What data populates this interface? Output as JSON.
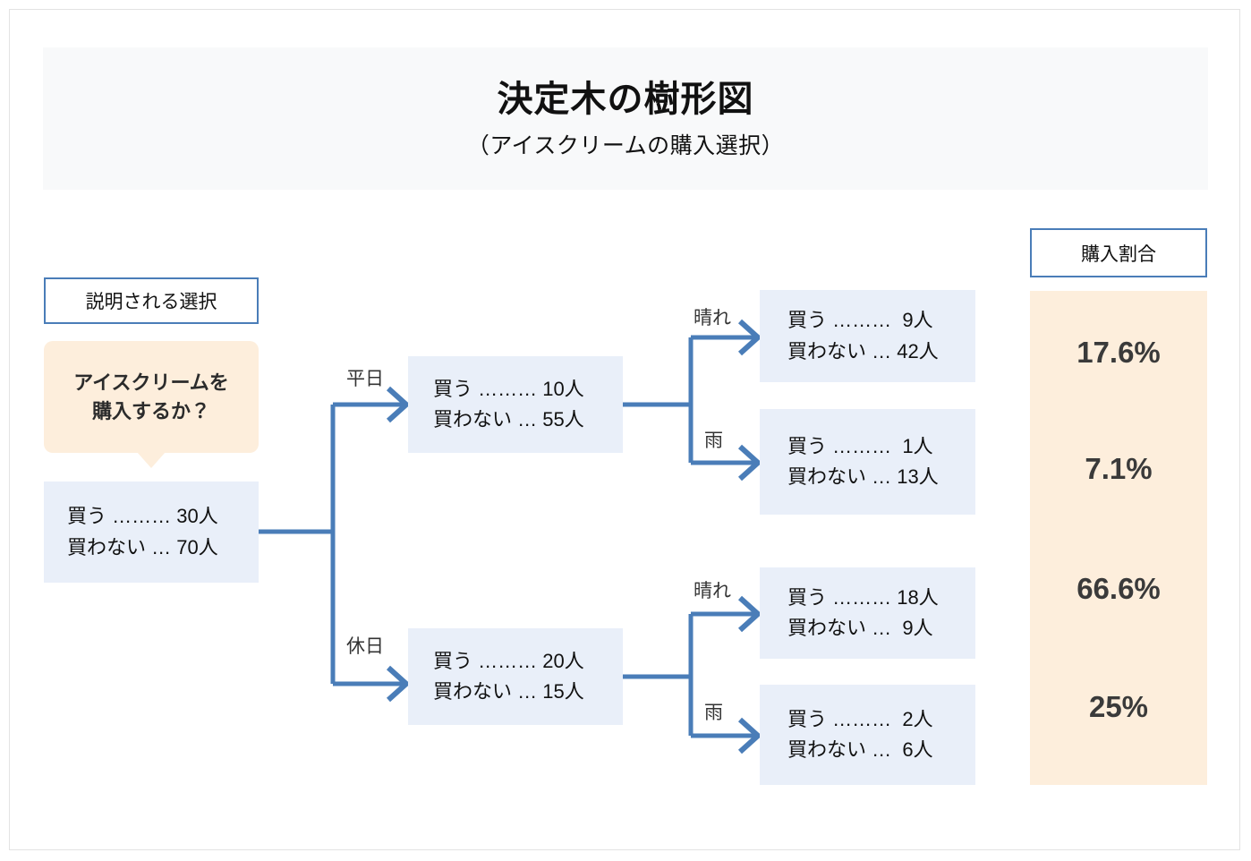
{
  "header": {
    "title": "決定木の樹形図",
    "subtitle": "（アイスクリームの購入選択）"
  },
  "labels": {
    "explained_choice": "説明される選択",
    "ratio_column_header": "購入割合"
  },
  "root_question": "アイスクリームを\n購入するか？",
  "nodes": {
    "root": {
      "buy": "買う ……… 30人",
      "not_buy": "買わない … 70人"
    },
    "weekday": {
      "buy": "買う ……… 10人",
      "not_buy": "買わない … 55人"
    },
    "holiday": {
      "buy": "買う ……… 20人",
      "not_buy": "買わない … 15人"
    },
    "wd_sunny": {
      "buy": "買う ………  9人",
      "not_buy": "買わない … 42人"
    },
    "wd_rain": {
      "buy": "買う ………  1人",
      "not_buy": "買わない … 13人"
    },
    "hd_sunny": {
      "buy": "買う ……… 18人",
      "not_buy": "買わない …  9人"
    },
    "hd_rain": {
      "buy": "買う ………  2人",
      "not_buy": "買わない …  6人"
    }
  },
  "edges": {
    "weekday": "平日",
    "holiday": "休日",
    "wd_sunny": "晴れ",
    "wd_rain": "雨",
    "hd_sunny": "晴れ",
    "hd_rain": "雨"
  },
  "ratios": {
    "wd_sunny": "17.6%",
    "wd_rain": "7.1%",
    "hd_sunny": "66.6%",
    "hd_rain": "25%"
  },
  "colors": {
    "connector_blue": "#4a7db8",
    "node_fill": "#e9eff9",
    "callout_orange": "#fdeedc",
    "header_band": "#f8f9fa",
    "text": "#111111"
  },
  "chart_data": {
    "type": "tree",
    "title": "決定木の樹形図",
    "subtitle": "（アイスクリームの購入選択）",
    "target": "アイスクリームを購入するか？",
    "value_labels": [
      "買う",
      "買わない"
    ],
    "unit": "人",
    "ratio_metric": "購入割合",
    "tree": {
      "name": "root",
      "buy": 30,
      "not_buy": 70,
      "children": [
        {
          "name": "weekday",
          "edge_label": "平日",
          "buy": 10,
          "not_buy": 55,
          "children": [
            {
              "name": "wd_sunny",
              "edge_label": "晴れ",
              "buy": 9,
              "not_buy": 42,
              "ratio": "17.6%"
            },
            {
              "name": "wd_rain",
              "edge_label": "雨",
              "buy": 1,
              "not_buy": 13,
              "ratio": "7.1%"
            }
          ]
        },
        {
          "name": "holiday",
          "edge_label": "休日",
          "buy": 20,
          "not_buy": 15,
          "children": [
            {
              "name": "hd_sunny",
              "edge_label": "晴れ",
              "buy": 18,
              "not_buy": 9,
              "ratio": "66.6%"
            },
            {
              "name": "hd_rain",
              "edge_label": "雨",
              "buy": 2,
              "not_buy": 6,
              "ratio": "25%"
            }
          ]
        }
      ]
    }
  }
}
